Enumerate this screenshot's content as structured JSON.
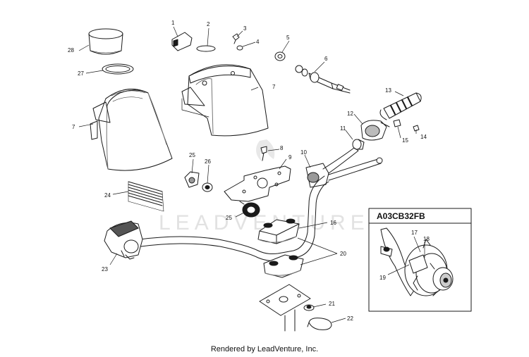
{
  "callouts": [
    {
      "id": "c1",
      "label": "1"
    },
    {
      "id": "c2",
      "label": "2"
    },
    {
      "id": "c3",
      "label": "3"
    },
    {
      "id": "c4",
      "label": "4"
    },
    {
      "id": "c5",
      "label": "5"
    },
    {
      "id": "c6",
      "label": "6"
    },
    {
      "id": "c7a",
      "label": "7"
    },
    {
      "id": "c7b",
      "label": "7"
    },
    {
      "id": "c8",
      "label": "8"
    },
    {
      "id": "c9",
      "label": "9"
    },
    {
      "id": "c10",
      "label": "10"
    },
    {
      "id": "c11",
      "label": "11"
    },
    {
      "id": "c12",
      "label": "12"
    },
    {
      "id": "c13",
      "label": "13"
    },
    {
      "id": "c14",
      "label": "14"
    },
    {
      "id": "c15",
      "label": "15"
    },
    {
      "id": "c16",
      "label": "16"
    },
    {
      "id": "c20",
      "label": "20"
    },
    {
      "id": "c21",
      "label": "21"
    },
    {
      "id": "c22",
      "label": "22"
    },
    {
      "id": "c23",
      "label": "23"
    },
    {
      "id": "c24",
      "label": "24"
    },
    {
      "id": "c25a",
      "label": "25"
    },
    {
      "id": "c25b",
      "label": "25"
    },
    {
      "id": "c26",
      "label": "26"
    },
    {
      "id": "c27",
      "label": "27"
    },
    {
      "id": "c28",
      "label": "28"
    }
  ],
  "inset": {
    "title": "A03CB32FB",
    "callouts": [
      {
        "id": "i17",
        "label": "17"
      },
      {
        "id": "i18",
        "label": "18"
      },
      {
        "id": "i19",
        "label": "19"
      }
    ]
  },
  "watermark": "LEADVENTURE",
  "footer": "Rendered by LeadVenture, Inc.",
  "colors": {
    "line": "#1a1a1a",
    "shade": "#8e8e8e",
    "watermark": "#e2e2e2"
  }
}
